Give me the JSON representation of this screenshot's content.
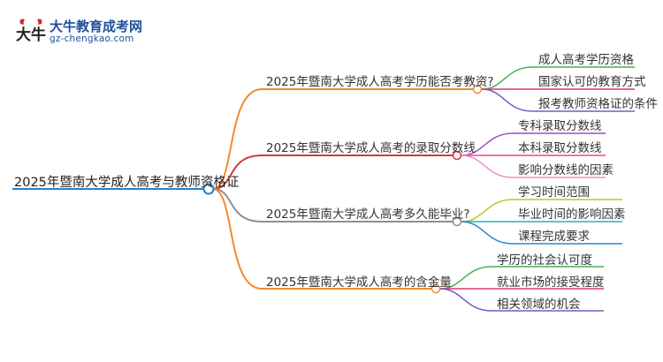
{
  "logo": {
    "brand": "大牛教育成考网",
    "site": "gz-chengkao.com",
    "mark_text": "大牛"
  },
  "mindmap": {
    "root": "2025年暨南大学成人高考与教师资格证",
    "branches": [
      {
        "label": "2025年暨南大学成人高考学历能否考教资?",
        "color": "#f28b2c",
        "children": [
          "成人高考学历资格",
          "国家认可的教育方式",
          "报考教师资格证的条件"
        ],
        "child_colors": [
          "#44b054",
          "#e0356c",
          "#7a59c4"
        ]
      },
      {
        "label": "2025年暨南大学成人高考的录取分数线",
        "color": "#d23a3a",
        "children": [
          "专科录取分数线",
          "本科录取分数线",
          "影响分数线的因素"
        ],
        "child_colors": [
          "#9c4fc4",
          "#e44a8c",
          "#f08fc8"
        ]
      },
      {
        "label": "2025年暨南大学成人高考多久能毕业?",
        "color": "#8f8f8f",
        "children": [
          "学习时间范围",
          "毕业时间的影响因素",
          "课程完成要求"
        ],
        "child_colors": [
          "#b7c92a",
          "#27b2b2",
          "#2a88cf"
        ]
      },
      {
        "label": "2025年暨南大学成人高考的含金量",
        "color": "#f28b2c",
        "children": [
          "学历的社会认可度",
          "就业市场的接受程度",
          "相关领域的机会"
        ],
        "child_colors": [
          "#44b054",
          "#e0356c",
          "#7a59c4"
        ]
      }
    ],
    "root_color": "#2a7fc4"
  }
}
